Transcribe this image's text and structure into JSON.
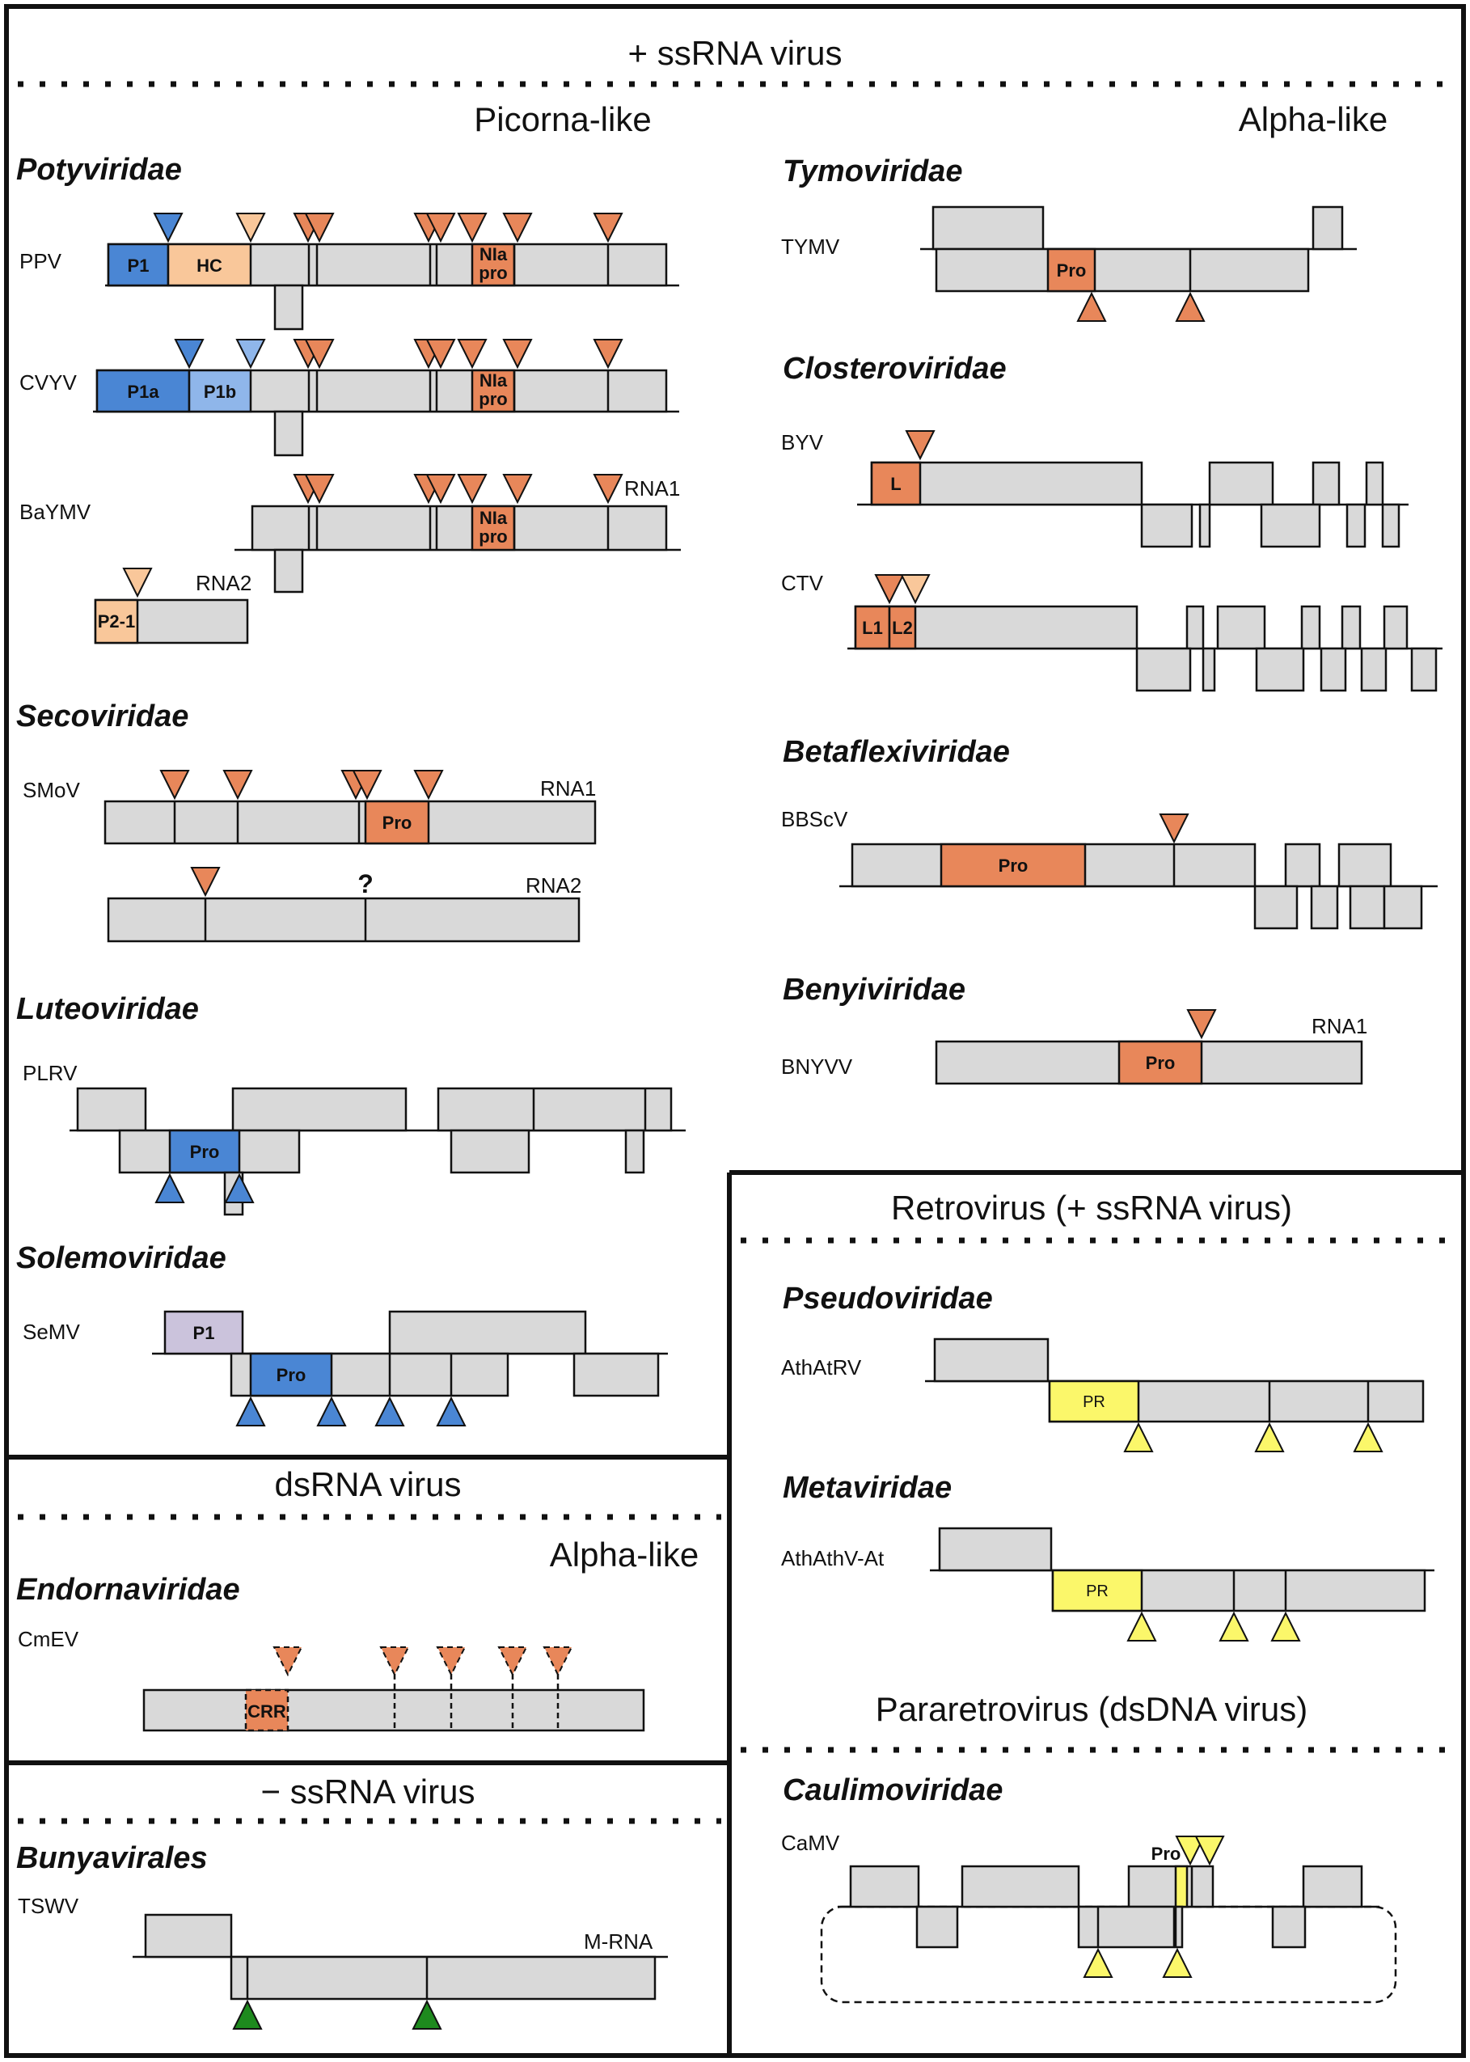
{
  "headers": {
    "ss_plus": "+ ssRNA virus",
    "picorna_like": "Picorna-like",
    "alpha_like_top": "Alpha-like",
    "ds": "dsRNA virus",
    "alpha_like_ds": "Alpha-like",
    "ss_minus": "− ssRNA virus",
    "retro": "Retrovirus (+ ssRNA virus)",
    "pararetro": "Pararetrovirus (dsDNA virus)"
  },
  "families": {
    "potyviridae": "Potyviridae",
    "secoviridae": "Secoviridae",
    "luteoviridae": "Luteoviridae",
    "solemoviridae": "Solemoviridae",
    "endornaviridae": "Endornaviridae",
    "bunyavirales": "Bunyavirales",
    "tymoviridae": "Tymoviridae",
    "closteroviridae": "Closteroviridae",
    "betaflexiviridae": "Betaflexiviridae",
    "benyiviridae": "Benyiviridae",
    "pseudoviridae": "Pseudoviridae",
    "metaviridae": "Metaviridae",
    "caulimoviridae": "Caulimoviridae"
  },
  "viruses": {
    "ppv": "PPV",
    "cvyv": "CVYV",
    "baymv": "BaYMV",
    "smov": "SMoV",
    "plrv": "PLRV",
    "semv": "SeMV",
    "cmev": "CmEV",
    "tswv": "TSWV",
    "tymv": "TYMV",
    "byv": "BYV",
    "ctv": "CTV",
    "bbscv": "BBScV",
    "bnyvv": "BNYVV",
    "athatrv": "AthAtRV",
    "athathv": "AthAthV-At",
    "camv": "CaMV"
  },
  "segments": {
    "rna1_baymv": "RNA1",
    "rna2_baymv": "RNA2",
    "rna1_smov": "RNA1",
    "rna2_smov": "RNA2",
    "mrna_tswv": "M-RNA",
    "rna1_bnyvv": "RNA1"
  },
  "proteins": {
    "p1": "P1",
    "hc": "HC",
    "nia1": "NIa",
    "nia2": "pro",
    "p1a": "P1a",
    "p1b": "P1b",
    "p21": "P2-1",
    "pro": "Pro",
    "unknown": "?",
    "crr": "CRR",
    "l": "L",
    "l1": "L1",
    "l2": "L2",
    "pr": "PR"
  },
  "colors": {
    "box": "#d9d9d9",
    "orange": "#e8875a",
    "light_orange": "#f9c79a",
    "blue": "#4a86d4",
    "light_blue": "#8fb6ea",
    "lavender": "#cbc3dc",
    "yellow": "#fbf76a",
    "green": "#1e8a1e"
  }
}
